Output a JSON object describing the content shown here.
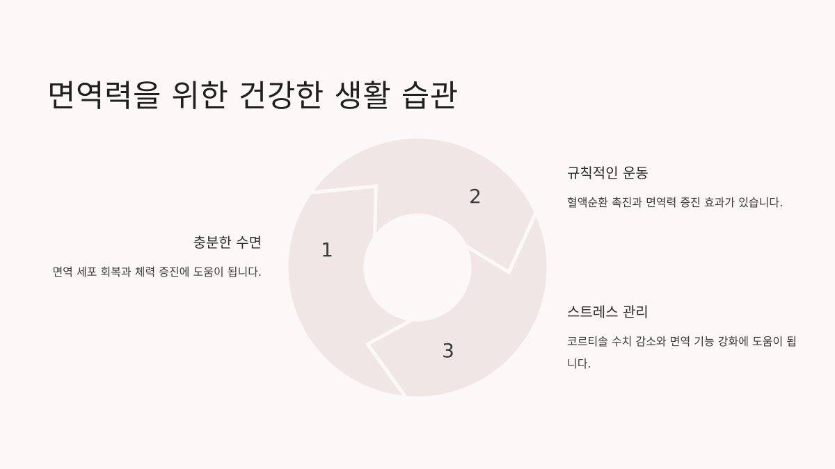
{
  "title": "면역력을 위한 건강한 생활 습관",
  "colors": {
    "background": "#fcf8f7",
    "segment": "#f0e6e6",
    "text": "#2b2b2b"
  },
  "steps": [
    {
      "number": "1",
      "title": "충분한 수면",
      "description": "면역 세포 회복과 체력 증진에 도움이 됩니다."
    },
    {
      "number": "2",
      "title": "규칙적인 운동",
      "description": "혈액순환 촉진과 면역력 증진 효과가 있습니다."
    },
    {
      "number": "3",
      "title": "스트레스 관리",
      "description": "코르티솔 수치 감소와 면역 기능 강화에 도움이 됩니다."
    }
  ]
}
